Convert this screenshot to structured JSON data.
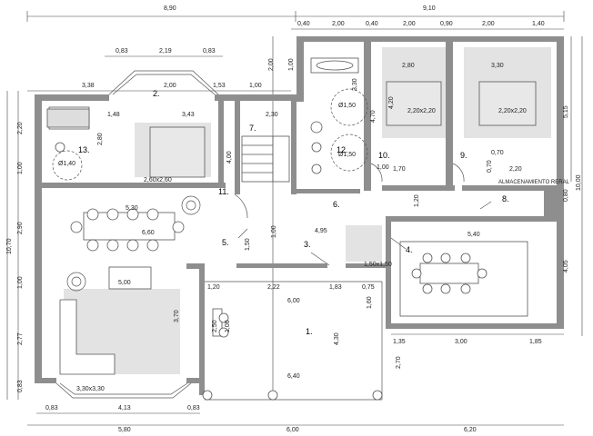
{
  "dims": {
    "top_total_left": "8,90",
    "top_total_right": "9,10",
    "top_right": [
      "0,40",
      "2,00",
      "0,40",
      "2,00",
      "0,90",
      "2,00",
      "1,40"
    ],
    "top_bay": [
      "0,83",
      "2,19",
      "0,83"
    ],
    "top_row2": [
      "3,38",
      "2,00",
      "1,53",
      "1,00"
    ],
    "left": [
      "2,20",
      "1,00",
      "2,90",
      "1,00",
      "2,77",
      "0,83"
    ],
    "left_total": "10,70",
    "right": [
      "5,15",
      "10,00",
      "0,80",
      "4,05"
    ],
    "bottom_row1": [
      "0,83",
      "4,13",
      "0,83"
    ],
    "bottom_row2": [
      "5,80",
      "6,00",
      "6,20"
    ],
    "bottom_right": [
      "1,35",
      "3,00",
      "1,85"
    ],
    "interior": [
      "1,48",
      "3,43",
      "2,30",
      "4,00",
      "2,80",
      "2,00",
      "1,00",
      "3,30",
      "4,70",
      "4,20",
      "1,70",
      "0,70",
      "2,20",
      "1,00",
      "0,70",
      "1,20",
      "1,50",
      "5,30",
      "6,60",
      "5,00",
      "3,70",
      "4,95",
      "1,00",
      "1,50x1,50",
      "5,40",
      "1,20",
      "2,22",
      "1,83",
      "0,75",
      "6,00",
      "1,60",
      "4,30",
      "6,40",
      "2,70",
      "2,50",
      "1,00"
    ],
    "beds": [
      "2,20x2,20",
      "2,20x2,20",
      "2,60x2,60"
    ],
    "kitchen_size": "3,30x3,30",
    "circles": [
      "Ø1,50",
      "Ø1,50",
      "Ø1,40"
    ],
    "bath_w": "2,80",
    "bath_w2": "3,30",
    "storage_label": "ALMACENAMIENTO RERAL"
  },
  "rooms": [
    "1.",
    "2.",
    "3.",
    "4.",
    "5.",
    "6.",
    "7.",
    "8.",
    "9.",
    "10.",
    "11.",
    "12.",
    "13."
  ],
  "colors": {
    "wall": "#8e8e8e",
    "line": "#333333",
    "shade": "#e3e3e3"
  }
}
